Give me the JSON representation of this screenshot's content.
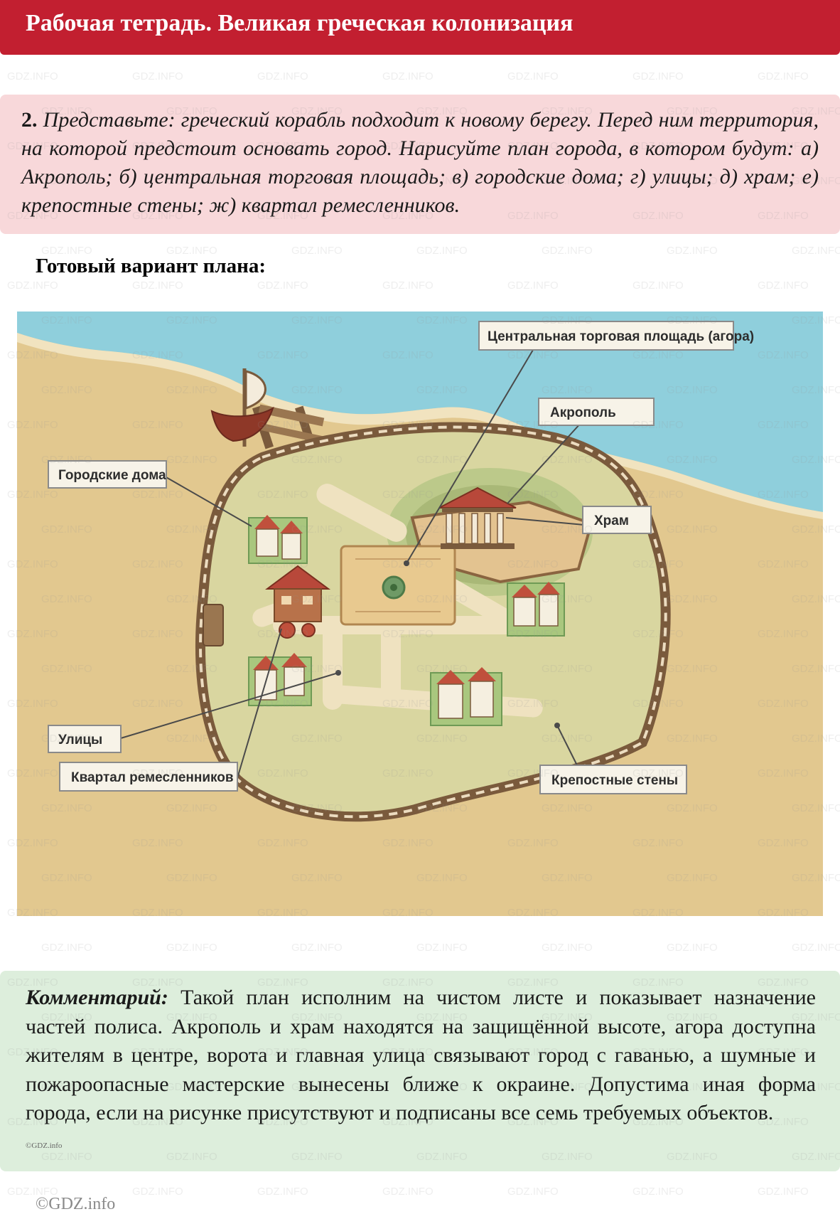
{
  "header": {
    "title": "Рабочая тетрадь. Великая греческая колонизация"
  },
  "task": {
    "number": "2.",
    "text": "Представьте: греческий корабль подходит к новому берегу. Перед ним территория, на которой предстоит основать город. Нарисуйте план города, в котором будут: а) Акрополь; б) центральная торговая площадь; в) городские дома; г) улицы; д) храм; е) крепостные стены; ж) квартал ремесленников."
  },
  "subheading": "Готовый вариант плана:",
  "map": {
    "labels": {
      "agora": "Центральная торговая площадь (агора)",
      "acropolis": "Акрополь",
      "houses": "Городские дома",
      "temple": "Храм",
      "streets": "Улицы",
      "craftsmen": "Квартал ремесленников",
      "walls": "Крепостные стены"
    }
  },
  "comment": {
    "label": "Комментарий:",
    "text": " Такой план исполним на чистом листе и показывает назначение частей полиса. Акрополь и храм находятся на защищённой высоте, агора доступна жителям в центре, ворота и главная улица связывают город с гаванью, а шумные и пожароопасные мастерские вынесены ближе к окраине. Допустима иная форма города, если на рисунке присутствуют и подписаны все семь требуемых объектов.",
    "mark": "©GDZ.info"
  },
  "footer": {
    "copyright": "©GDZ.info"
  },
  "watermark": {
    "text": "GDZ.INFO"
  },
  "colors": {
    "header_bg": "#c21f30",
    "task_bg": "#f8d8da",
    "comment_bg": "#ddeedc",
    "sea": "#8fcfdc",
    "sand": "#e2c88f",
    "wall": "#7a5a3c",
    "roof": "#c0503c"
  }
}
